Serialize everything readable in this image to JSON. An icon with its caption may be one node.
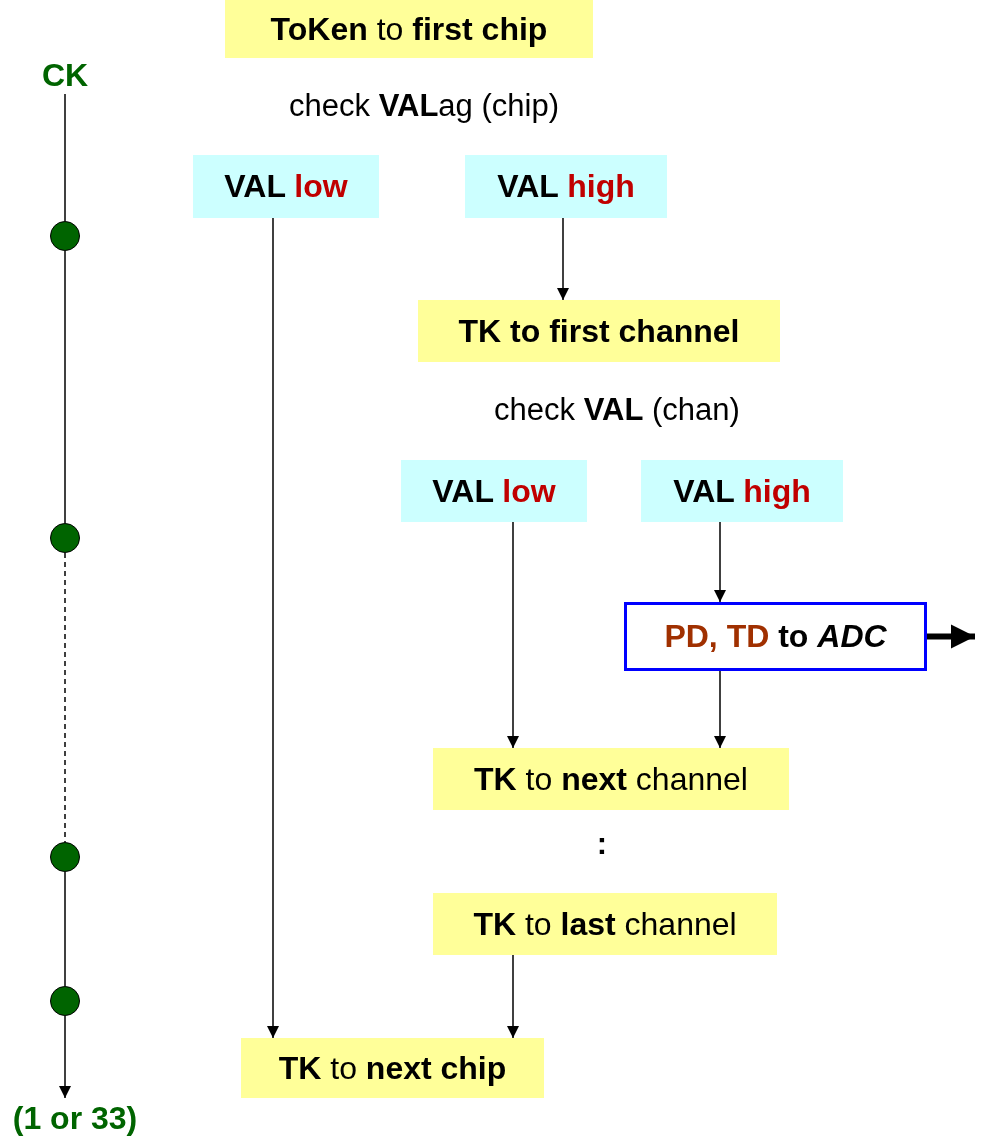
{
  "diagram": {
    "nodes": [
      {
        "text": [
          "**ToKen** to **first chip**"
        ]
      },
      {
        "text": [
          "VAL low"
        ]
      },
      {
        "text": [
          "VAL high"
        ]
      },
      {
        "text": [
          "TK to first channel"
        ]
      },
      {
        "text": [
          "VAL low"
        ]
      },
      {
        "text": [
          "VAL high"
        ]
      },
      {
        "text": [
          "PD, TD to *ADC*"
        ]
      },
      {
        "text": [
          "**TK** to **next** channel"
        ]
      },
      {
        "text": [
          "**TK** to **last** channel"
        ]
      },
      {
        "text": [
          "**TK** to **next chip**"
        ]
      },
      {
        "text": [
          "CK"
        ]
      },
      {
        "text": [],
        "shape": "circle"
      },
      {
        "text": [],
        "shape": "circle"
      },
      {
        "text": [],
        "shape": "circle"
      },
      {
        "text": [],
        "shape": "circle"
      },
      {
        "text": [
          "(1 or 33)"
        ]
      }
    ],
    "edges": [
      {
        "from": 1,
        "to": 9,
        "arrow": "to"
      },
      {
        "from": 2,
        "to": 3,
        "arrow": "to"
      },
      {
        "from": 4,
        "to": 7,
        "arrow": "to"
      },
      {
        "from": 5,
        "to": 6,
        "arrow": "to"
      },
      {
        "from": 6,
        "to": 7,
        "arrow": "to"
      },
      {
        "from": 8,
        "to": 9,
        "arrow": "to"
      },
      {
        "from": 6,
        "to": null,
        "arrow": "to",
        "style": "thick"
      },
      {
        "from": 10,
        "to": 11,
        "arrow": "none"
      },
      {
        "from": 11,
        "to": 12,
        "arrow": "none"
      },
      {
        "from": 12,
        "to": 13,
        "arrow": "none",
        "style": "dashed"
      },
      {
        "from": 13,
        "to": 14,
        "arrow": "none"
      },
      {
        "from": 14,
        "to": 15,
        "arrow": "to"
      }
    ],
    "labels": [
      "check **VAL**ag (chip)",
      "check **VAL** (chan)",
      ":"
    ]
  }
}
